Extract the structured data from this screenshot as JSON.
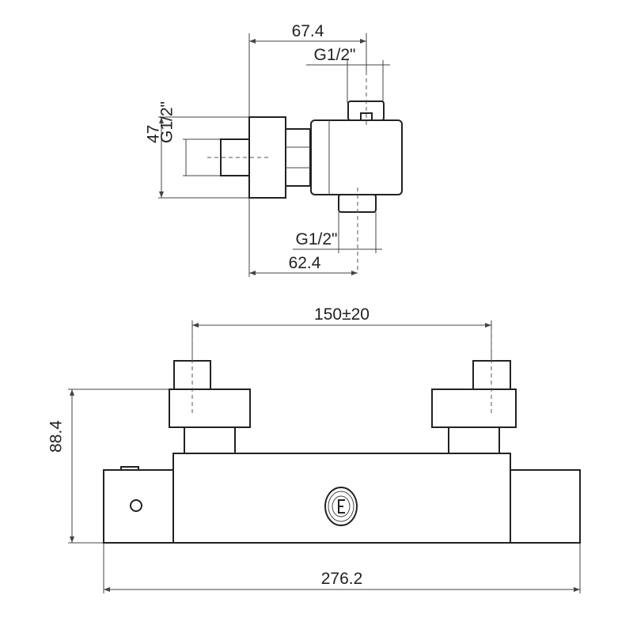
{
  "drawing": {
    "side_view": {
      "dim_depth_total": "67.4",
      "dim_top_inlet_thread": "G1/2\"",
      "dim_height": "47",
      "dim_left_thread": "G1/2\"",
      "dim_bottom_outlet_thread": "G1/2\"",
      "dim_depth_outlet": "62.4"
    },
    "front_view": {
      "dim_inlet_spacing": "150±20",
      "dim_overall_height": "88.4",
      "dim_overall_width": "276.2"
    }
  }
}
